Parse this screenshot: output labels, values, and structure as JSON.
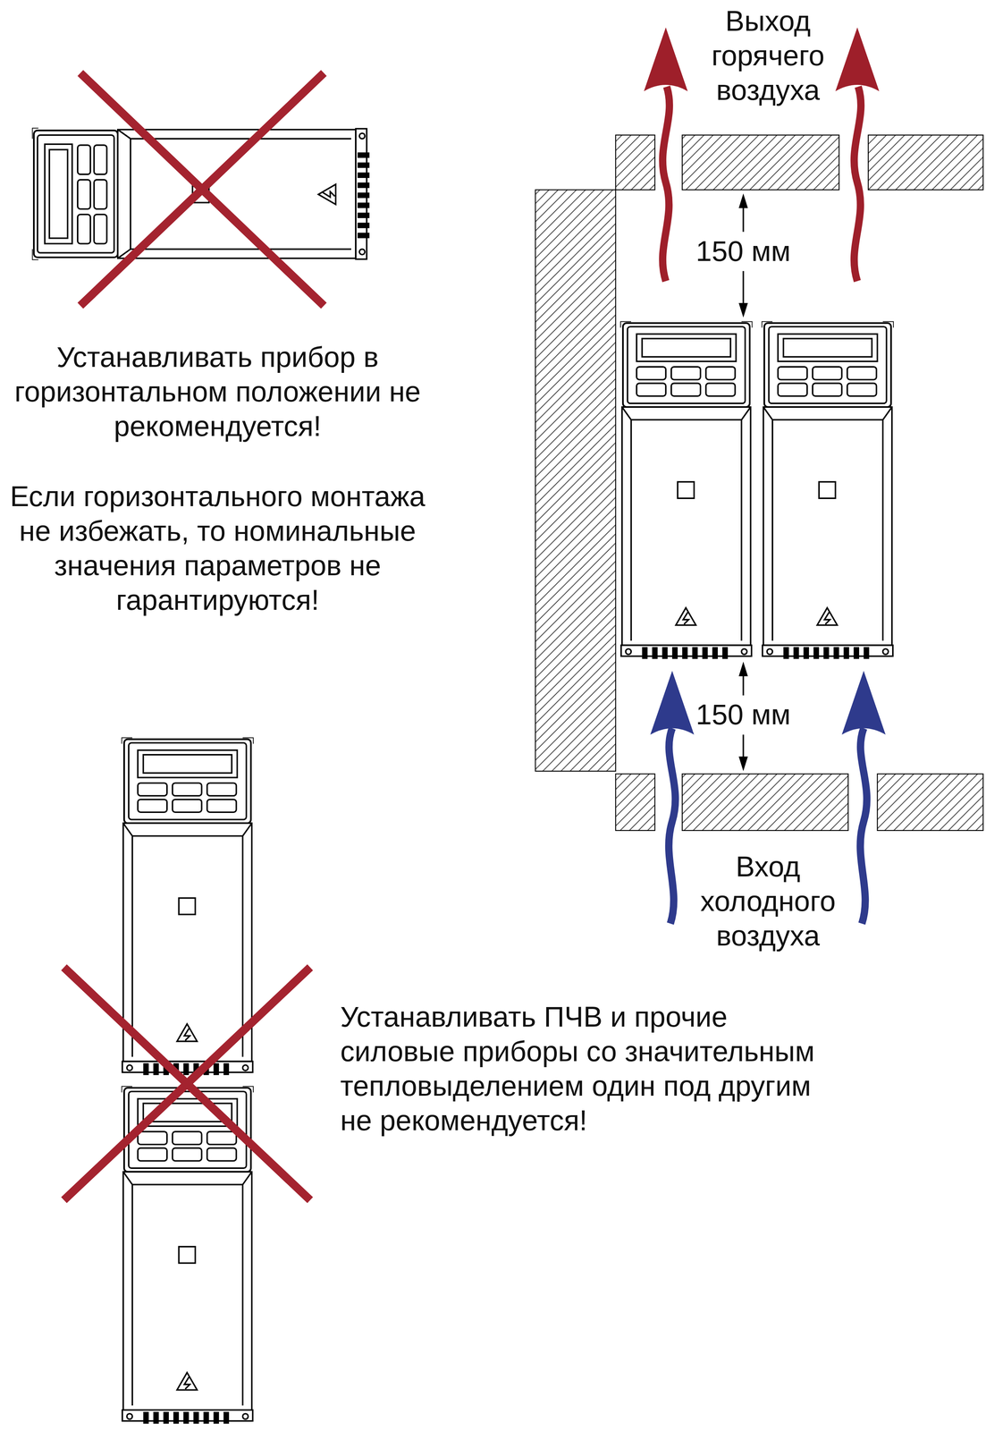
{
  "diagram": {
    "labels": [
      "Устанавливать прибор в горизонтальном положении не рекомендуется!",
      "Если горизонтального монтажа не избежать, то номинальные значения параметров не гарантируются!",
      "Выход горячего воздуха",
      "150 мм",
      "150 мм",
      "Вход холодного воздуха",
      "Устанавливать ПЧВ и прочие силовые приборы со значительным тепловыделением один под другим не рекомендуется!"
    ]
  }
}
